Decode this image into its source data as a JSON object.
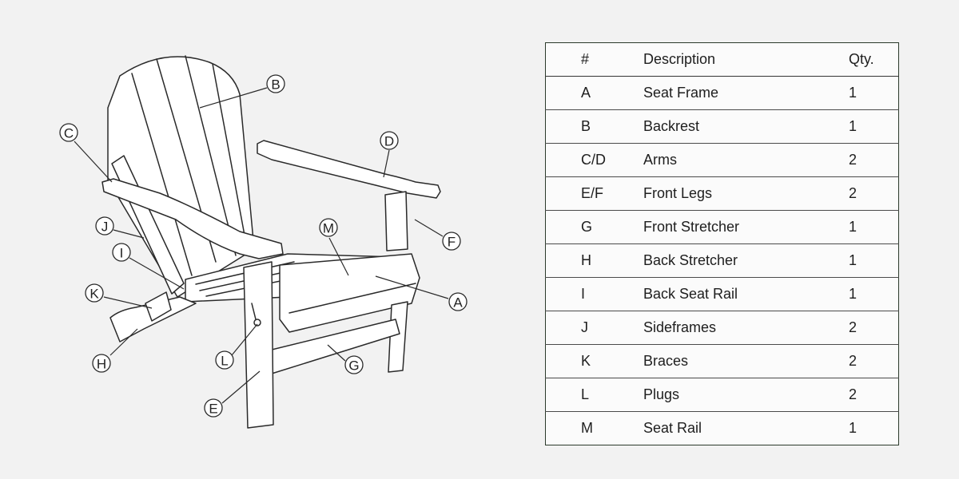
{
  "diagram": {
    "labels": [
      {
        "id": "B",
        "text": "B"
      },
      {
        "id": "C",
        "text": "C"
      },
      {
        "id": "D",
        "text": "D"
      },
      {
        "id": "J",
        "text": "J"
      },
      {
        "id": "M",
        "text": "M"
      },
      {
        "id": "I",
        "text": "I"
      },
      {
        "id": "F",
        "text": "F"
      },
      {
        "id": "K",
        "text": "K"
      },
      {
        "id": "A",
        "text": "A"
      },
      {
        "id": "H",
        "text": "H"
      },
      {
        "id": "L",
        "text": "L"
      },
      {
        "id": "G",
        "text": "G"
      },
      {
        "id": "E",
        "text": "E"
      }
    ]
  },
  "table": {
    "headers": {
      "number": "#",
      "description": "Description",
      "qty": "Qty."
    },
    "rows": [
      {
        "number": "A",
        "description": "Seat Frame",
        "qty": "1"
      },
      {
        "number": "B",
        "description": "Backrest",
        "qty": "1"
      },
      {
        "number": "C/D",
        "description": "Arms",
        "qty": "2"
      },
      {
        "number": "E/F",
        "description": "Front Legs",
        "qty": "2"
      },
      {
        "number": "G",
        "description": "Front Stretcher",
        "qty": "1"
      },
      {
        "number": "H",
        "description": "Back Stretcher",
        "qty": "1"
      },
      {
        "number": "I",
        "description": "Back Seat Rail",
        "qty": "1"
      },
      {
        "number": "J",
        "description": "Sideframes",
        "qty": "2"
      },
      {
        "number": "K",
        "description": "Braces",
        "qty": "2"
      },
      {
        "number": "L",
        "description": "Plugs",
        "qty": "2"
      },
      {
        "number": "M",
        "description": "Seat Rail",
        "qty": "1"
      }
    ]
  }
}
